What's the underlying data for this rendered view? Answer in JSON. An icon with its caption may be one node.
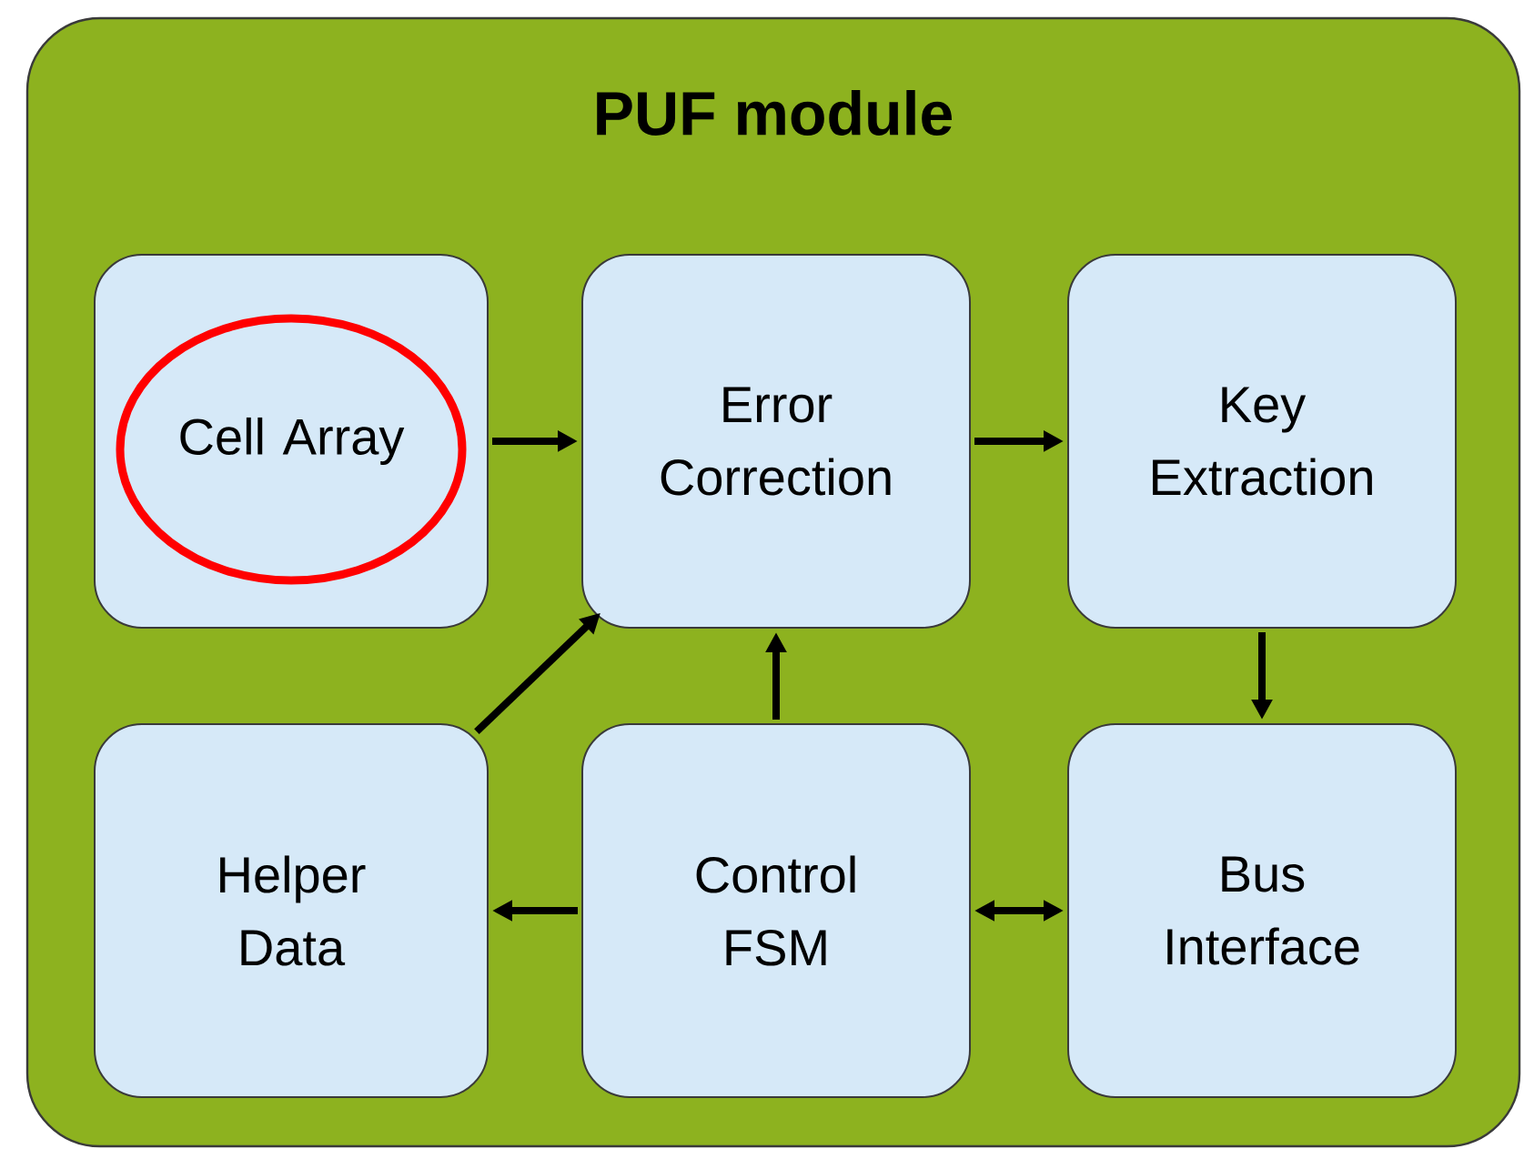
{
  "diagram": {
    "nodes": [
      {
        "text": [
          "PUF module"
        ]
      },
      {
        "text": [
          "Cell Array"
        ],
        "in": 0
      },
      {
        "text": [
          "Error Correction"
        ],
        "in": 0
      },
      {
        "text": [
          "Key Extraction"
        ],
        "in": 0
      },
      {
        "text": [
          "Helper Data"
        ],
        "in": 0
      },
      {
        "text": [
          "Control FSM"
        ],
        "in": 0
      },
      {
        "text": [
          "Bus Interface"
        ],
        "in": 0
      }
    ],
    "edges": [
      {
        "from": 1,
        "to": 2,
        "arrow": "to"
      },
      {
        "from": 2,
        "to": 3,
        "arrow": "to"
      },
      {
        "from": 3,
        "to": 6,
        "arrow": "to"
      },
      {
        "from": 4,
        "to": 2,
        "arrow": "to"
      },
      {
        "from": 5,
        "to": 2,
        "arrow": "to"
      },
      {
        "from": 5,
        "to": 4,
        "arrow": "to"
      },
      {
        "from": 5,
        "to": 6,
        "arrow": "both"
      }
    ]
  }
}
